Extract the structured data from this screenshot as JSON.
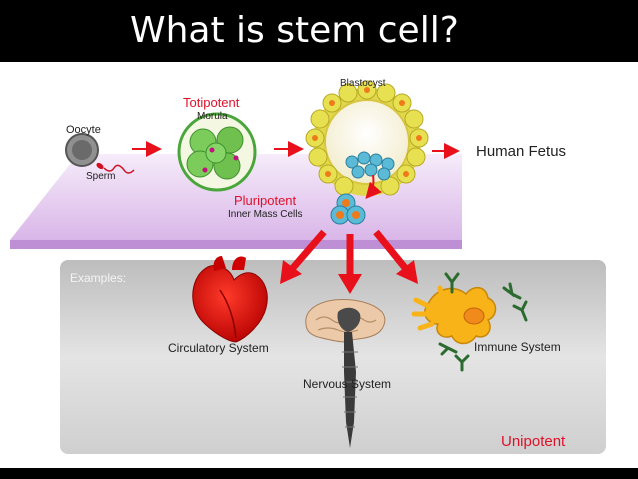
{
  "slide": {
    "title": "What is stem cell?"
  },
  "diagram": {
    "labels": {
      "oocyte": "Oocyte",
      "sperm": "Sperm",
      "totipotent": "Totipotent",
      "morula": "Morula",
      "blastocyst": "Blastocyst",
      "human_fetus": "Human Fetus",
      "pluripotent": "Pluripotent",
      "inner_mass_cells": "Inner Mass Cells",
      "examples": "Examples:",
      "circulatory_system": "Circulatory System",
      "nervous_system": "Nervous System",
      "immune_system": "Immune System",
      "unipotent": "Unipotent"
    },
    "colors": {
      "potency_label": "#e0102a",
      "arrow": "#e8101a",
      "plane": "#e3c4ee",
      "panel": "#d3d3d3"
    }
  }
}
